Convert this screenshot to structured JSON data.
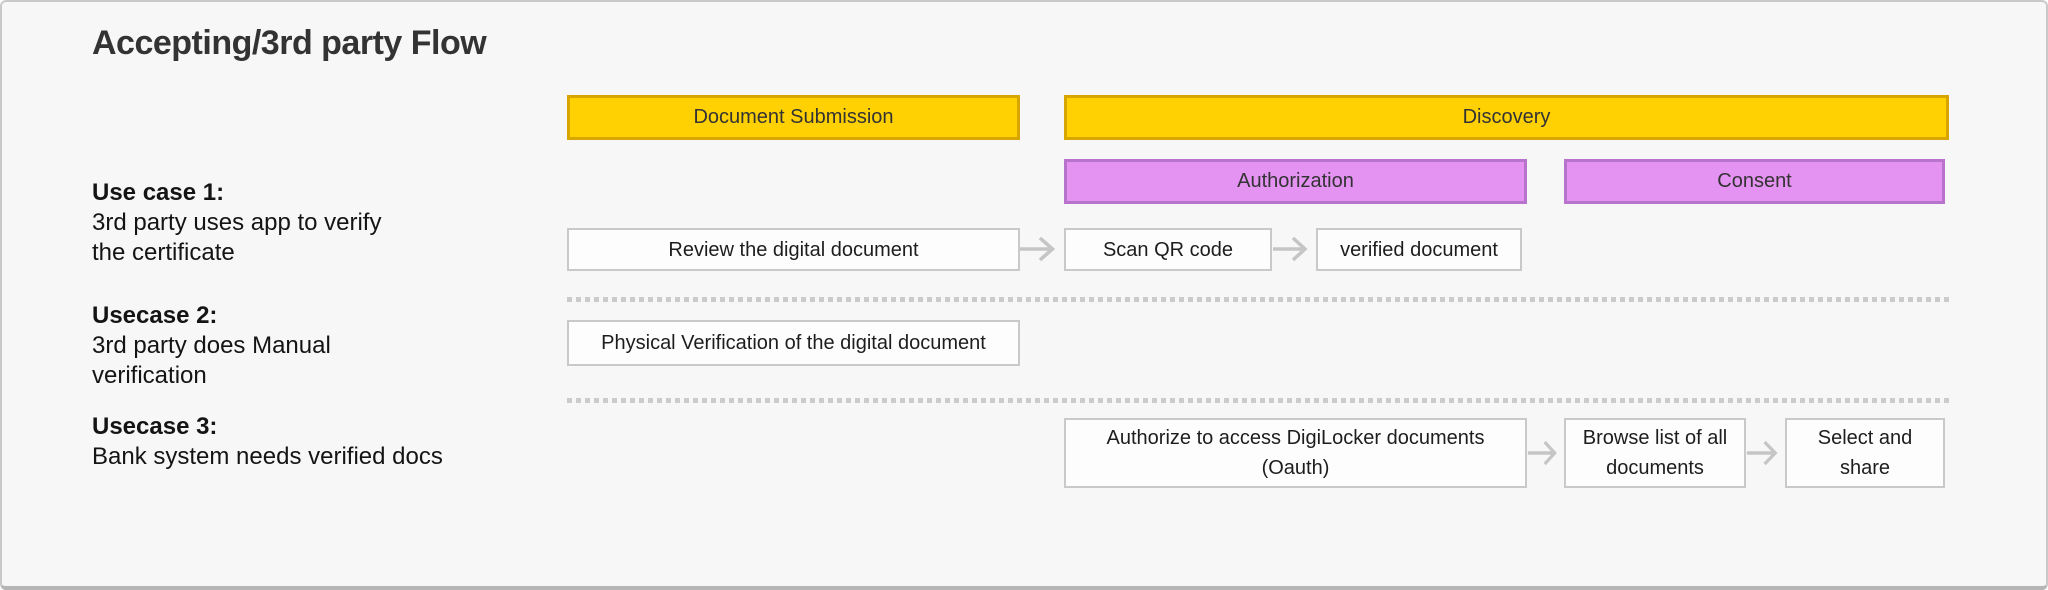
{
  "title": "Accepting/3rd party Flow",
  "colors": {
    "canvas_bg": "#f7f7f7",
    "frame_border": "#c9c9c9",
    "frame_border_bottom": "#b5b5b5",
    "title_color": "#333333",
    "yellow_fill": "#ffd102",
    "yellow_border": "#d8a600",
    "purple_fill": "#e593f3",
    "purple_border": "#b873cc",
    "box_border": "#c9c9c9",
    "dot_color": "#cbcbcb",
    "arrow": "#c5c5c5"
  },
  "phases": [
    {
      "label": "Document Submission"
    },
    {
      "label": "Discovery"
    }
  ],
  "subphases": [
    {
      "label": "Authorization"
    },
    {
      "label": "Consent"
    }
  ],
  "use_cases": [
    {
      "label": "Use case 1:",
      "desc": [
        "3rd party uses app to verify",
        "the certificate"
      ],
      "steps": [
        "Review the digital document",
        "Scan QR code",
        "verified document"
      ]
    },
    {
      "label": "Usecase 2:",
      "desc": [
        "3rd party does Manual",
        "verification"
      ],
      "steps": [
        "Physical Verification of the digital document"
      ]
    },
    {
      "label": "Usecase 3:",
      "desc": [
        "Bank system needs verified docs"
      ],
      "steps": [
        "Authorize to access DigiLocker documents (Oauth)",
        "Browse list of all documents",
        "Select and share"
      ]
    }
  ]
}
